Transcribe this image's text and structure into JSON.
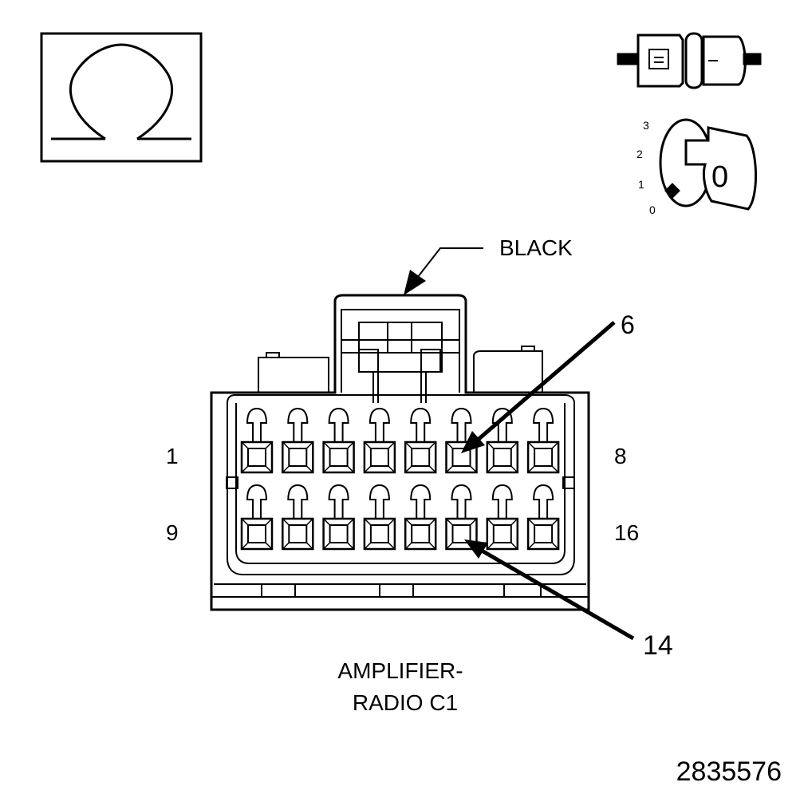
{
  "connector": {
    "color_label": "BLACK",
    "name_line1": "AMPLIFIER-",
    "name_line2": "RADIO C1",
    "row_labels": {
      "top_left": "1",
      "top_right": "8",
      "bottom_left": "9",
      "bottom_right": "16"
    },
    "callouts": {
      "pin_a": "6",
      "pin_b": "14"
    },
    "pins_per_row": 8,
    "rows": 2
  },
  "ignition": {
    "positions": [
      "3",
      "2",
      "1",
      "0"
    ],
    "key_label": "0"
  },
  "icons": {
    "meter": "ohm-meter-icon",
    "disconnect": "disconnected-connector-icon",
    "ignition": "ignition-switch-icon"
  },
  "figure_number": "2835576",
  "colors": {
    "line": "#000000",
    "background": "#ffffff"
  }
}
